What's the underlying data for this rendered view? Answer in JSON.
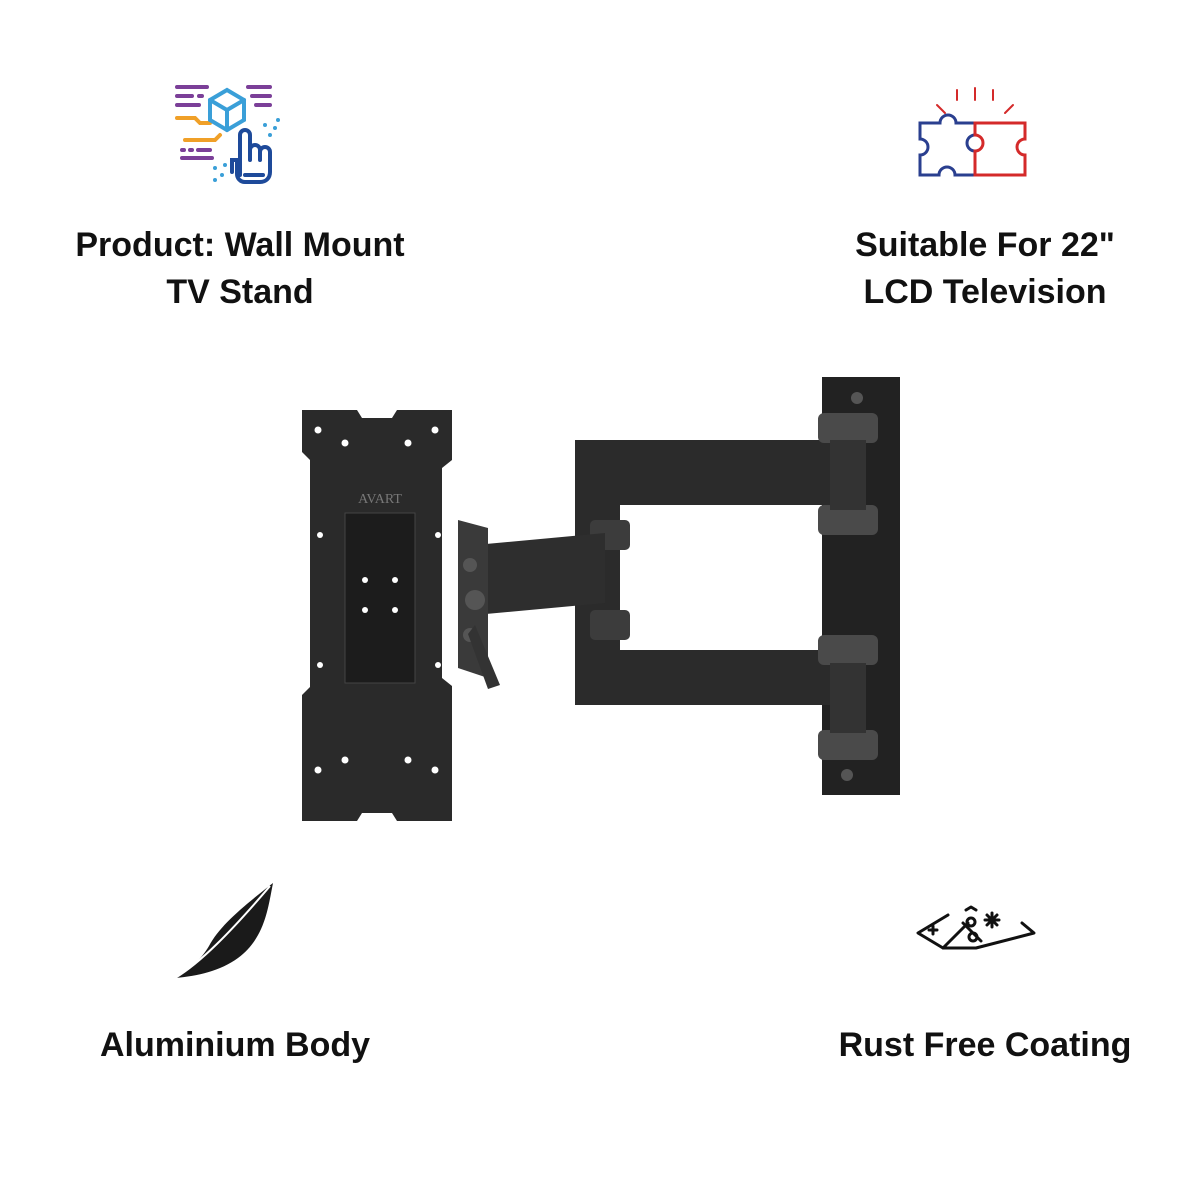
{
  "features": [
    {
      "line1": "Product: Wall Mount",
      "line2": "TV Stand",
      "icon": "product-touch-icon"
    },
    {
      "line1": "Suitable For 22\"",
      "line2": "LCD Television",
      "icon": "puzzle-fit-icon"
    },
    {
      "line1": "Aluminium Body",
      "icon": "feather-icon"
    },
    {
      "line1": "Rust Free Coating",
      "icon": "clean-surface-icon"
    }
  ],
  "product_image": {
    "brand_logo_text": "AVART"
  },
  "colors": {
    "purple": "#7b3f98",
    "blue": "#1e4a9a",
    "cyan": "#3a9fd8",
    "orange": "#f0a028",
    "red": "#d42a2a",
    "navy": "#2a3f8f",
    "mount": "#2b2b2b"
  }
}
